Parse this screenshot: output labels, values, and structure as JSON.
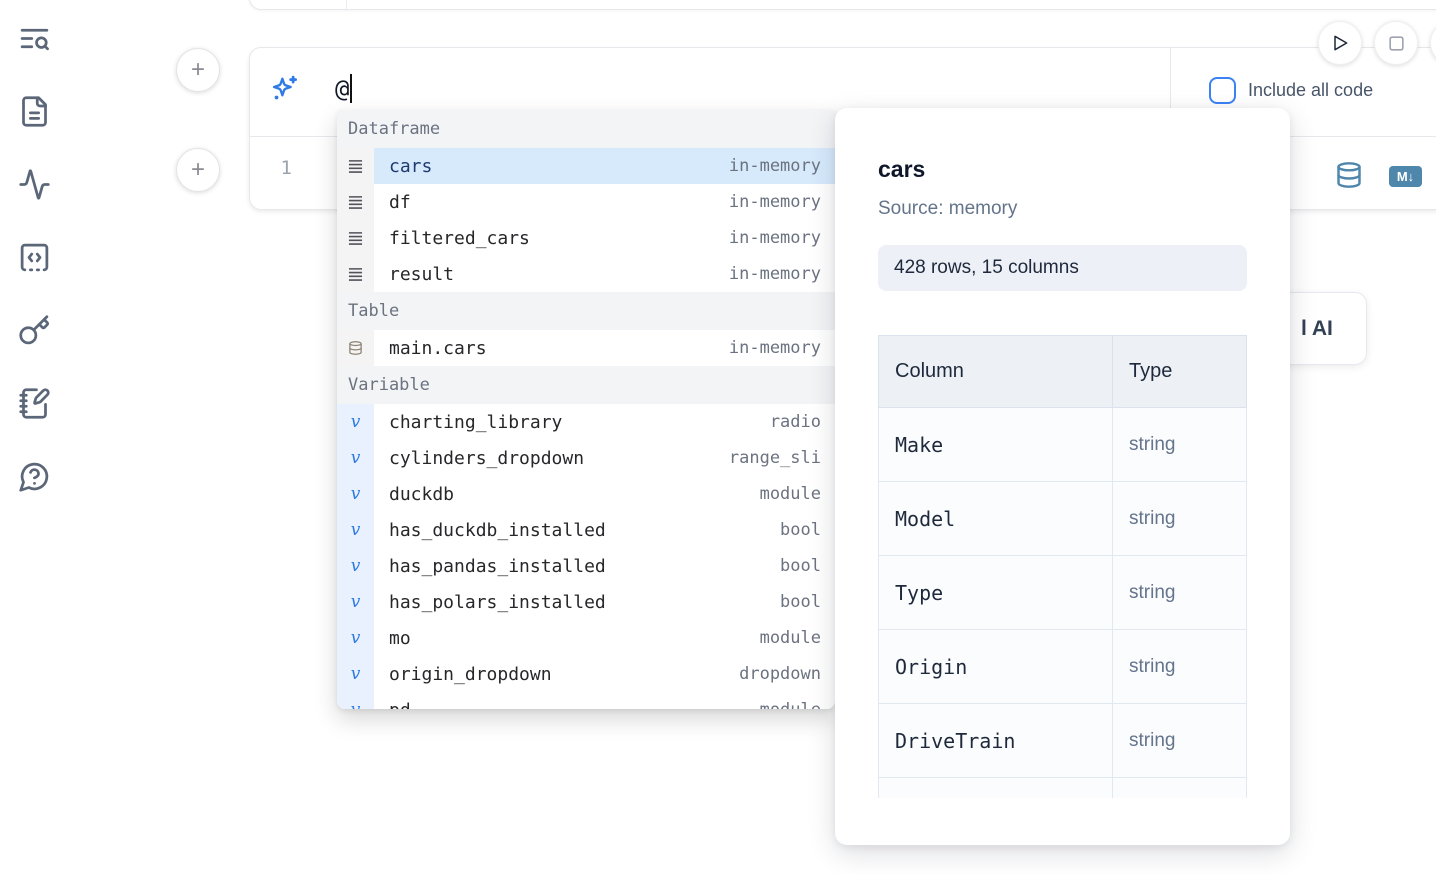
{
  "sidebar": {
    "icons": [
      "text-search",
      "file-text",
      "activity",
      "snippets",
      "key",
      "scratchpad",
      "help"
    ]
  },
  "prompt_cell": {
    "input_value": "@",
    "include_all_code_label": "Include all code",
    "include_all_code_checked": false
  },
  "code_cell": {
    "line_number": "1",
    "markdown_icon_label": "M↓"
  },
  "autocomplete": {
    "sections": [
      {
        "label": "Dataframe",
        "items": [
          {
            "name": "cars",
            "type": "in-memory",
            "icon": "dataframe",
            "selected": true
          },
          {
            "name": "df",
            "type": "in-memory",
            "icon": "dataframe"
          },
          {
            "name": "filtered_cars",
            "type": "in-memory",
            "icon": "dataframe"
          },
          {
            "name": "result",
            "type": "in-memory",
            "icon": "dataframe"
          }
        ]
      },
      {
        "label": "Table",
        "items": [
          {
            "name": "main.cars",
            "type": "in-memory",
            "icon": "database"
          }
        ]
      },
      {
        "label": "Variable",
        "items": [
          {
            "name": "charting_library",
            "type": "radio",
            "icon": "variable"
          },
          {
            "name": "cylinders_dropdown",
            "type": "range_sli",
            "icon": "variable"
          },
          {
            "name": "duckdb",
            "type": "module",
            "icon": "variable"
          },
          {
            "name": "has_duckdb_installed",
            "type": "bool",
            "icon": "variable"
          },
          {
            "name": "has_pandas_installed",
            "type": "bool",
            "icon": "variable"
          },
          {
            "name": "has_polars_installed",
            "type": "bool",
            "icon": "variable"
          },
          {
            "name": "mo",
            "type": "module",
            "icon": "variable"
          },
          {
            "name": "origin_dropdown",
            "type": "dropdown",
            "icon": "variable"
          },
          {
            "name": "pd",
            "type": "module",
            "icon": "variable"
          }
        ]
      }
    ]
  },
  "preview_panel": {
    "title": "cars",
    "source_label": "Source: memory",
    "shape_badge": "428 rows, 15 columns",
    "table": {
      "headers": [
        "Column",
        "Type"
      ],
      "rows": [
        {
          "column": "Make",
          "type": "string"
        },
        {
          "column": "Model",
          "type": "string"
        },
        {
          "column": "Type",
          "type": "string"
        },
        {
          "column": "Origin",
          "type": "string"
        },
        {
          "column": "DriveTrain",
          "type": "string"
        },
        {
          "column": "",
          "type": ""
        }
      ]
    }
  },
  "ai_button": {
    "visible_label": "l AI"
  },
  "colors": {
    "accent_blue": "#3b82f6",
    "steel_blue": "#4e86ac",
    "selected_row_bg": "#d7eafc",
    "sidebar_icon": "#5b6779"
  }
}
